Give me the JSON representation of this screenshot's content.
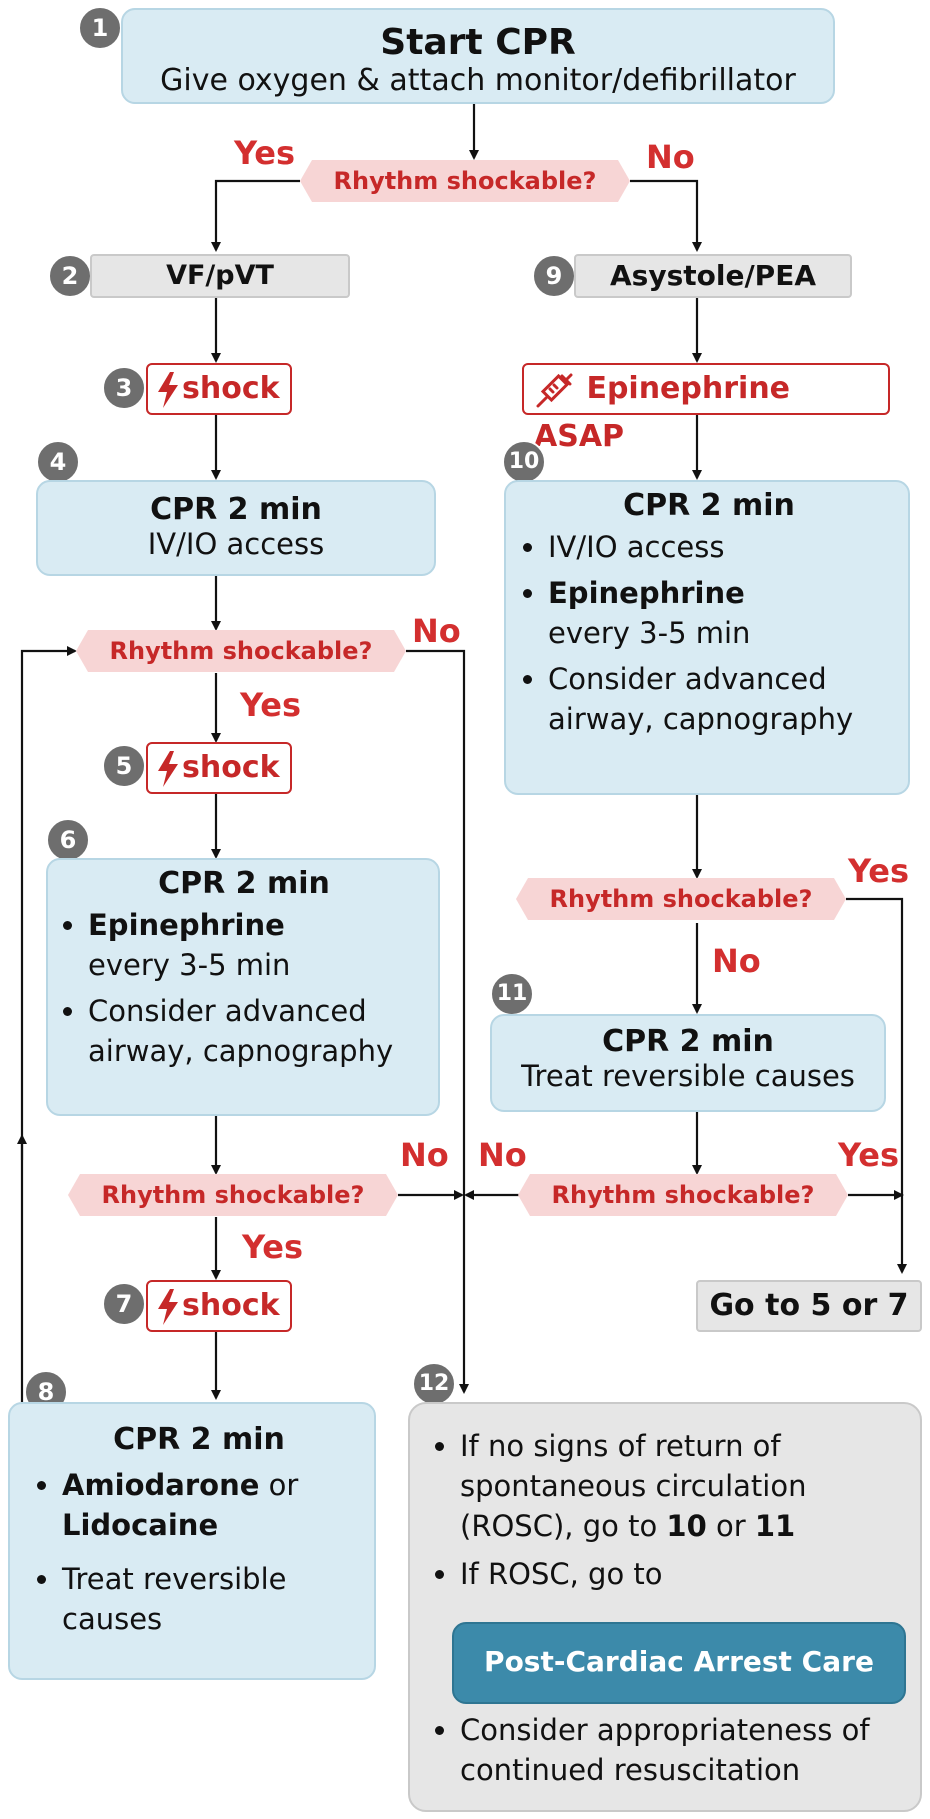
{
  "step_numbers": {
    "n1": "1",
    "n2": "2",
    "n3": "3",
    "n4": "4",
    "n5": "5",
    "n6": "6",
    "n7": "7",
    "n8": "8",
    "n9": "9",
    "n10": "10",
    "n11": "11",
    "n12": "12"
  },
  "start": {
    "title": "Start CPR",
    "subtitle": "Give oxygen & attach monitor/defibrillator"
  },
  "decision_label": "Rhythm shockable?",
  "yes": "Yes",
  "no": "No",
  "shock_label": "shock",
  "vf_pvt": "VF/pVT",
  "asystole_pea": "Asystole/PEA",
  "epi_asap": "Epinephrine ASAP",
  "box4": {
    "title": "CPR 2 min",
    "line": "IV/IO access"
  },
  "box6": {
    "title": "CPR 2 min",
    "epi": "Epinephrine",
    "epi_freq": "every 3-5 min",
    "airway": "Consider advanced airway, capnography"
  },
  "box8": {
    "title": "CPR 2 min",
    "amio": "Amiodarone",
    "or": " or",
    "lido": "Lidocaine",
    "treat": "Treat reversible causes"
  },
  "box10": {
    "title": "CPR 2 min",
    "iv": "IV/IO access",
    "epi": "Epinephrine",
    "epi_freq": "every 3-5 min",
    "airway": "Consider advanced airway, capnography"
  },
  "box11": {
    "title": "CPR 2 min",
    "line": "Treat reversible causes"
  },
  "goto": "Go to 5 or 7",
  "box12": {
    "b1_pre": "If no signs of return of spontaneous circulation (ROSC), go to ",
    "b1_n1": "10",
    "b1_or": " or ",
    "b1_n2": "11",
    "b2": "If ROSC, go to",
    "cta": "Post-Cardiac Arrest Care",
    "b3": "Consider appropriateness of continued resuscitation"
  },
  "colors": {
    "accent_red": "#d32f2f",
    "box_blue": "#d9ebf3",
    "box_gray": "#e6e6e6",
    "cta_blue": "#3c8aaa"
  }
}
